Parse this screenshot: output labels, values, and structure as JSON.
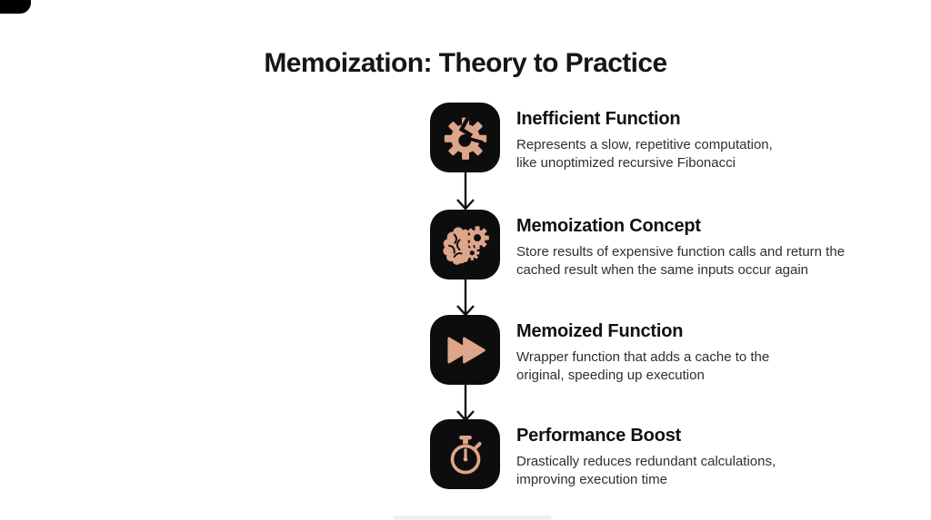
{
  "page": {
    "title": "Memoization: Theory to Practice"
  },
  "flow": {
    "steps": [
      {
        "icon": "broken-gear-icon",
        "title": "Inefficient Function",
        "description": "Represents a slow, repetitive computation,\nlike unoptimized recursive Fibonacci"
      },
      {
        "icon": "brain-gears-icon",
        "title": "Memoization Concept",
        "description": "Store results of expensive function calls and return the\ncached result when the same inputs occur again"
      },
      {
        "icon": "fast-forward-icon",
        "title": "Memoized Function",
        "description": "Wrapper function that adds a cache to the\noriginal, speeding up execution"
      },
      {
        "icon": "stopwatch-icon",
        "title": "Performance Boost",
        "description": "Drastically reduces redundant calculations,\nimproving execution time"
      }
    ]
  },
  "colors": {
    "icon_fill": "#dda58a",
    "icon_background": "#0d0d0d",
    "arrow": "#111111",
    "title_text": "#161616",
    "body_text": "#2f2f2f"
  }
}
